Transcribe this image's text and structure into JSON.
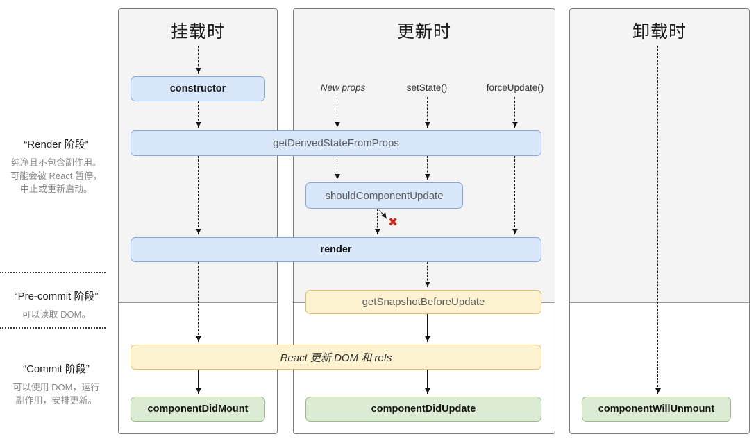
{
  "sidebar": {
    "phases": [
      {
        "title": "“Render 阶段”",
        "lines": [
          "纯净且不包含副作用。",
          "可能会被 React 暂停，",
          "中止或重新启动。"
        ]
      },
      {
        "title": "“Pre-commit 阶段”",
        "lines": [
          "可以读取 DOM。"
        ]
      },
      {
        "title": "“Commit 阶段”",
        "lines": [
          "可以使用 DOM，运行",
          "副作用，安排更新。"
        ]
      }
    ]
  },
  "columns": {
    "mount": {
      "title": "挂载时"
    },
    "update": {
      "title": "更新时"
    },
    "unmount": {
      "title": "卸载时"
    }
  },
  "triggers": {
    "new_props": "New props",
    "set_state": "setState()",
    "force_update": "forceUpdate()"
  },
  "methods": {
    "ctor": "constructor",
    "get_derived": "getDerivedStateFromProps",
    "should_update": "shouldComponentUpdate",
    "render": "render",
    "get_snapshot": "getSnapshotBeforeUpdate",
    "react_updates": "React 更新 DOM 和 refs",
    "did_mount": "componentDidMount",
    "did_update": "componentDidUpdate",
    "will_unmount": "componentWillUnmount"
  },
  "annotations": {
    "stop_mark": "✖"
  },
  "colors": {
    "blue_fill": "#d9e7fa",
    "blue_border": "#84a7d8",
    "yellow_fill": "#fdf3d1",
    "yellow_border": "#e2bb69",
    "green_fill": "#dcebd3",
    "green_border": "#9cba85",
    "panel_shade": "#f4f4f4",
    "error_red": "#cd2517"
  }
}
